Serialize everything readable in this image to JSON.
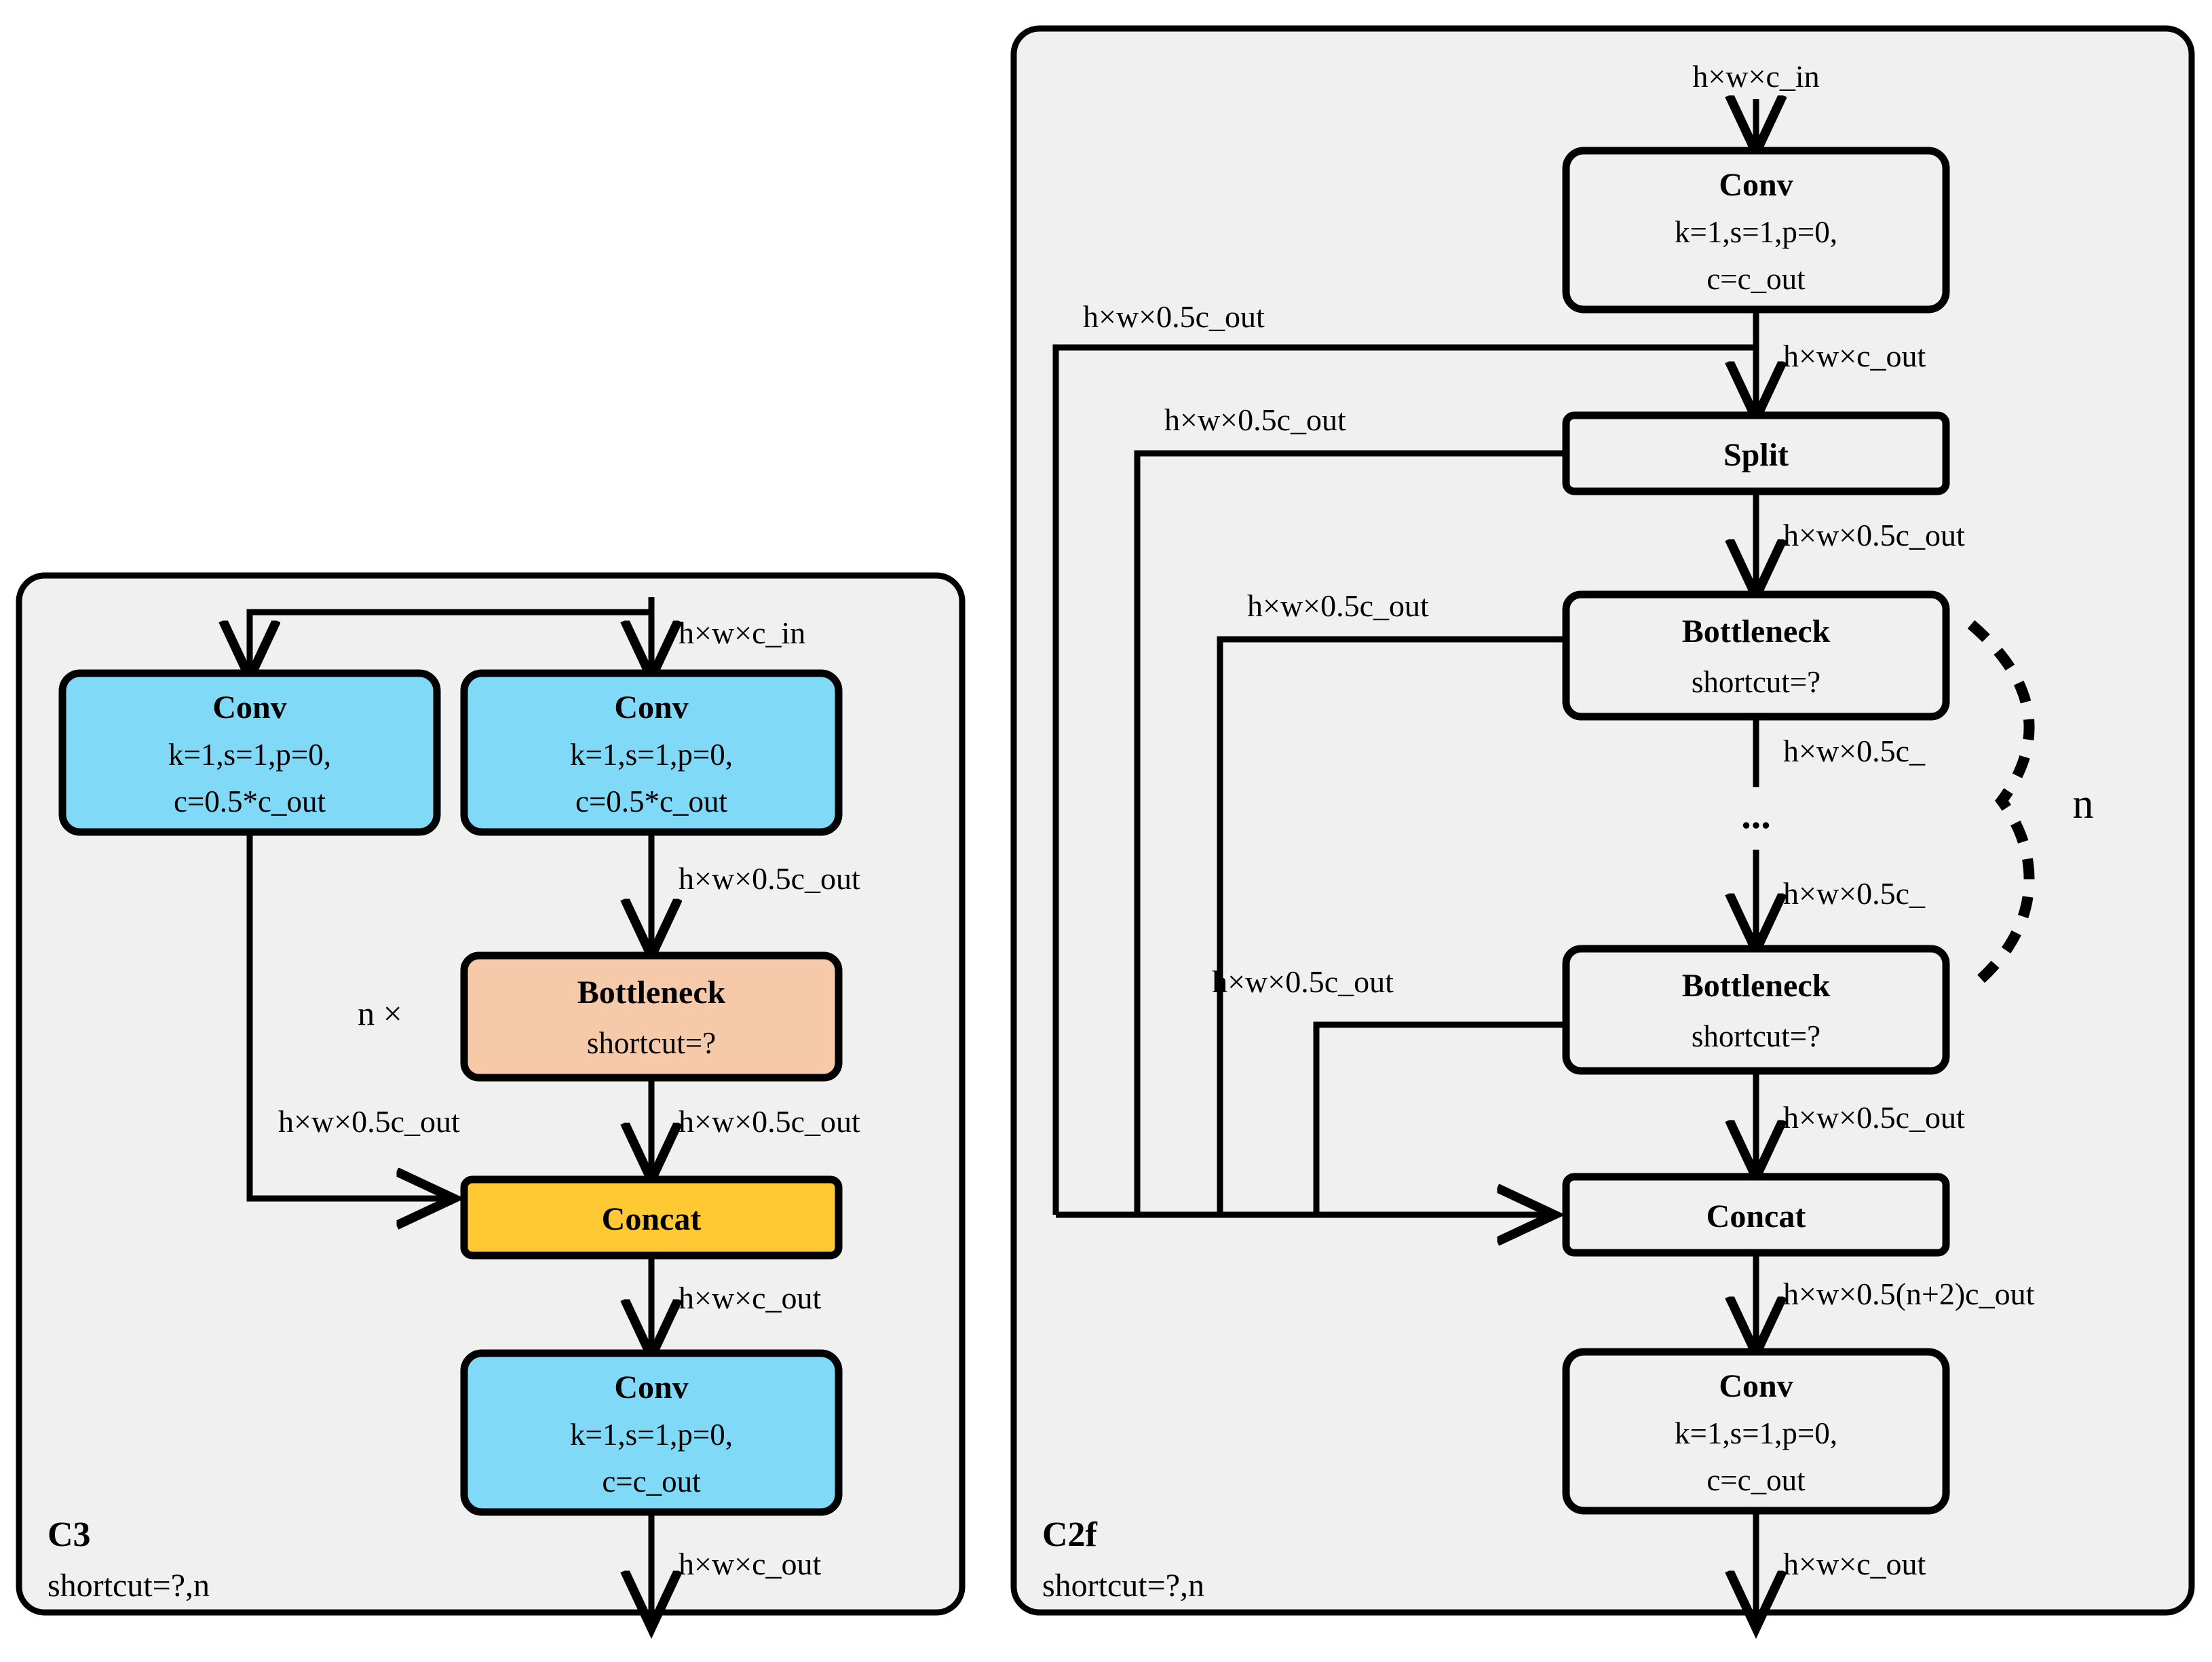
{
  "colors": {
    "panel_fill": "#f0f0f0",
    "panel_stroke": "#000000",
    "conv_fill": "#7fd9f7",
    "bottleneck_fill": "#f6caa8",
    "concat_fill": "#ffc933",
    "plain_fill": "#f0f0f0",
    "edge": "#000000",
    "page_bg": "#ffffff"
  },
  "panels": [
    {
      "id": "c3",
      "name": "C3",
      "subtitle": "shortcut=?,n",
      "nodes": [
        {
          "id": "c3-conv-left",
          "title": "Conv",
          "lines": [
            "k=1,s=1,p=0,",
            "c=0.5*c_out"
          ],
          "fill": "conv_fill"
        },
        {
          "id": "c3-conv-right",
          "title": "Conv",
          "lines": [
            "k=1,s=1,p=0,",
            "c=0.5*c_out"
          ],
          "fill": "conv_fill"
        },
        {
          "id": "c3-bottleneck",
          "title": "Bottleneck",
          "lines": [
            "shortcut=?"
          ],
          "fill": "bottleneck_fill"
        },
        {
          "id": "c3-concat",
          "title": "Concat",
          "lines": [],
          "fill": "concat_fill"
        },
        {
          "id": "c3-conv-out",
          "title": "Conv",
          "lines": [
            "k=1,s=1,p=0,",
            "c=c_out"
          ],
          "fill": "conv_fill"
        }
      ],
      "repeat_label": "n ×",
      "edge_labels": [
        "h×w×c_in",
        "h×w×0.5c_out",
        "h×w×0.5c_out",
        "h×w×0.5c_out",
        "h×w×c_out",
        "h×w×c_out"
      ]
    },
    {
      "id": "c2f",
      "name": "C2f",
      "subtitle": "shortcut=?,n",
      "nodes": [
        {
          "id": "c2f-conv-in",
          "title": "Conv",
          "lines": [
            "k=1,s=1,p=0,",
            "c=c_out"
          ],
          "fill": "plain_fill"
        },
        {
          "id": "c2f-split",
          "title": "Split",
          "lines": [],
          "fill": "plain_fill"
        },
        {
          "id": "c2f-bottleneck-1",
          "title": "Bottleneck",
          "lines": [
            "shortcut=?"
          ],
          "fill": "plain_fill"
        },
        {
          "id": "c2f-bottleneck-n",
          "title": "Bottleneck",
          "lines": [
            "shortcut=?"
          ],
          "fill": "plain_fill"
        },
        {
          "id": "c2f-concat",
          "title": "Concat",
          "lines": [],
          "fill": "plain_fill"
        },
        {
          "id": "c2f-conv-out",
          "title": "Conv",
          "lines": [
            "k=1,s=1,p=0,",
            "c=c_out"
          ],
          "fill": "plain_fill"
        }
      ],
      "repeat_brace_label": "n",
      "ellipsis": "...",
      "edge_labels": [
        "h×w×c_in",
        "h×w×c_out",
        "h×w×0.5c_out",
        "h×w×0.5c_out",
        "h×w×0.5c_out",
        "h×w×0.5c_out",
        "h×w×0.5c_",
        "h×w×0.5c_",
        "h×w×0.5c_out",
        "h×w×0.5c_out",
        "h×w×0.5(n+2)c_out",
        "h×w×c_out"
      ]
    }
  ]
}
